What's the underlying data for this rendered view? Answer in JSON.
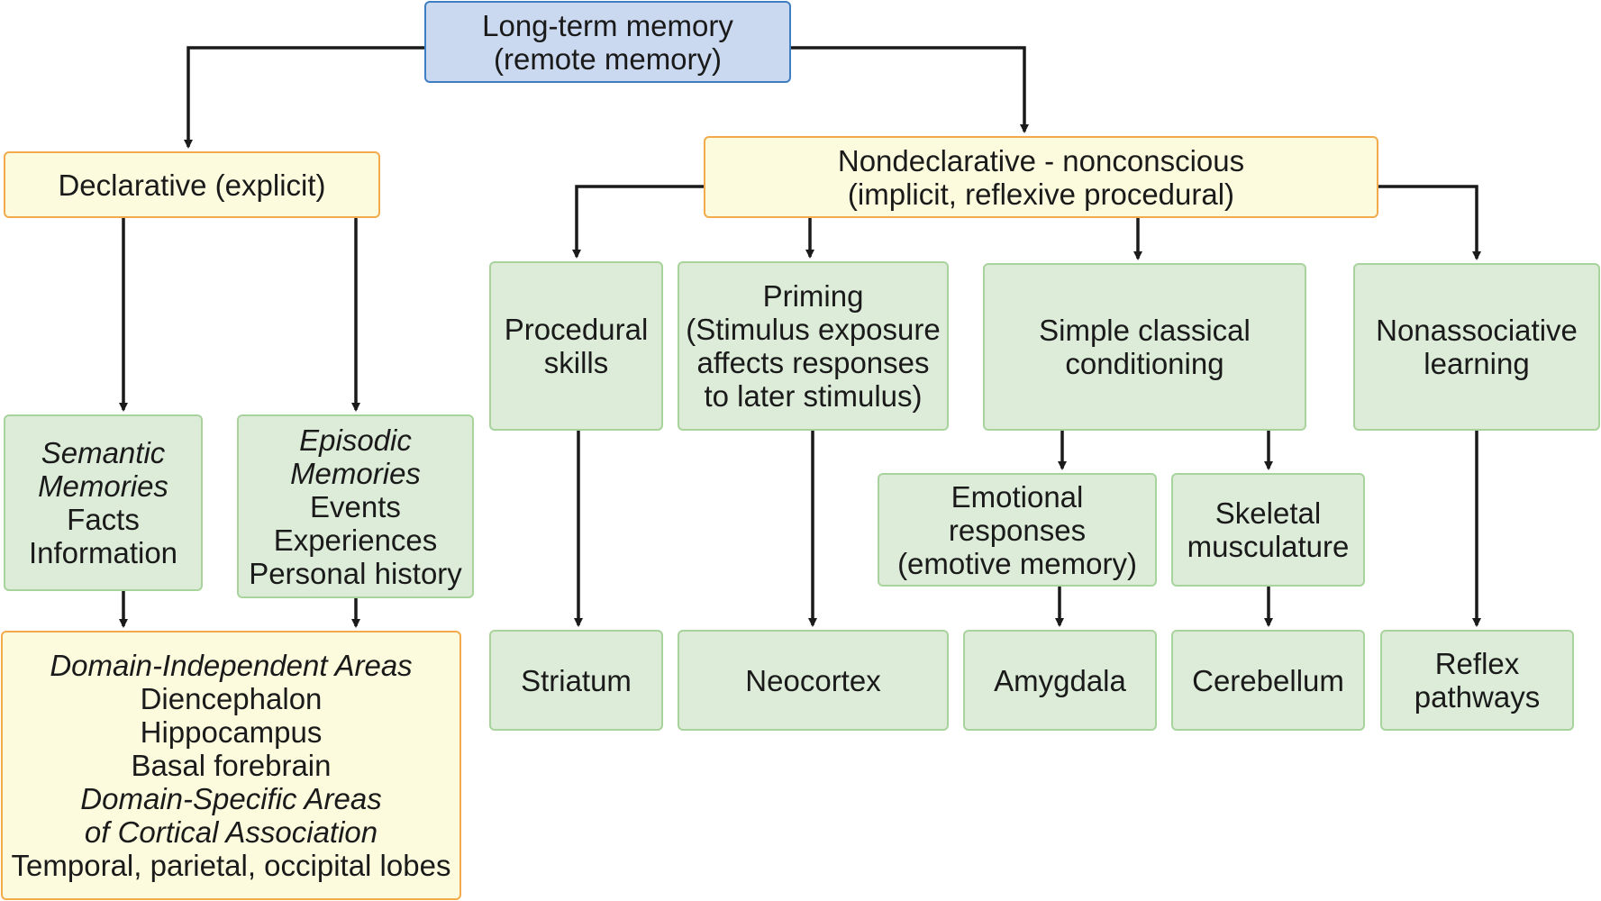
{
  "root": {
    "line1": "Long-term memory",
    "line2": "(remote memory)"
  },
  "declarative": {
    "label": "Declarative (explicit)"
  },
  "nondeclarative": {
    "line1": "Nondeclarative - nonconscious",
    "line2": "(implicit, reflexive procedural)"
  },
  "semantic": {
    "title1": "Semantic",
    "title2": "Memories",
    "item1": "Facts",
    "item2": "Information"
  },
  "episodic": {
    "title1": "Episodic",
    "title2": "Memories",
    "item1": "Events",
    "item2": "Experiences",
    "item3": "Personal history"
  },
  "declarative_areas": {
    "heading1": "Domain-Independent Areas",
    "item1": "Diencephalon",
    "item2": "Hippocampus",
    "item3": "Basal forebrain",
    "heading2_line1": "Domain-Specific Areas",
    "heading2_line2": "of Cortical Association",
    "item4": "Temporal, parietal, occipital lobes"
  },
  "procedural": {
    "line1": "Procedural",
    "line2": "skills"
  },
  "priming": {
    "line1": "Priming",
    "line2": "(Stimulus exposure",
    "line3": "affects responses",
    "line4": "to later stimulus)"
  },
  "classical": {
    "line1": "Simple classical",
    "line2": "conditioning"
  },
  "nonassociative": {
    "line1": "Nonassociative",
    "line2": "learning"
  },
  "emotional": {
    "line1": "Emotional",
    "line2": "responses",
    "line3": "(emotive memory)"
  },
  "skeletal": {
    "line1": "Skeletal",
    "line2": "musculature"
  },
  "striatum": {
    "label": "Striatum"
  },
  "neocortex": {
    "label": "Neocortex"
  },
  "amygdala": {
    "label": "Amygdala"
  },
  "cerebellum": {
    "label": "Cerebellum"
  },
  "reflex": {
    "line1": "Reflex",
    "line2": "pathways"
  },
  "colors": {
    "blue_fill": "#cad9ef",
    "blue_border": "#3f7ec3",
    "yellow_fill": "#fcfbde",
    "yellow_border": "#f2aa4a",
    "green_fill": "#dcecd8",
    "green_border": "#a9d39d",
    "connector": "#1a1a1a"
  }
}
